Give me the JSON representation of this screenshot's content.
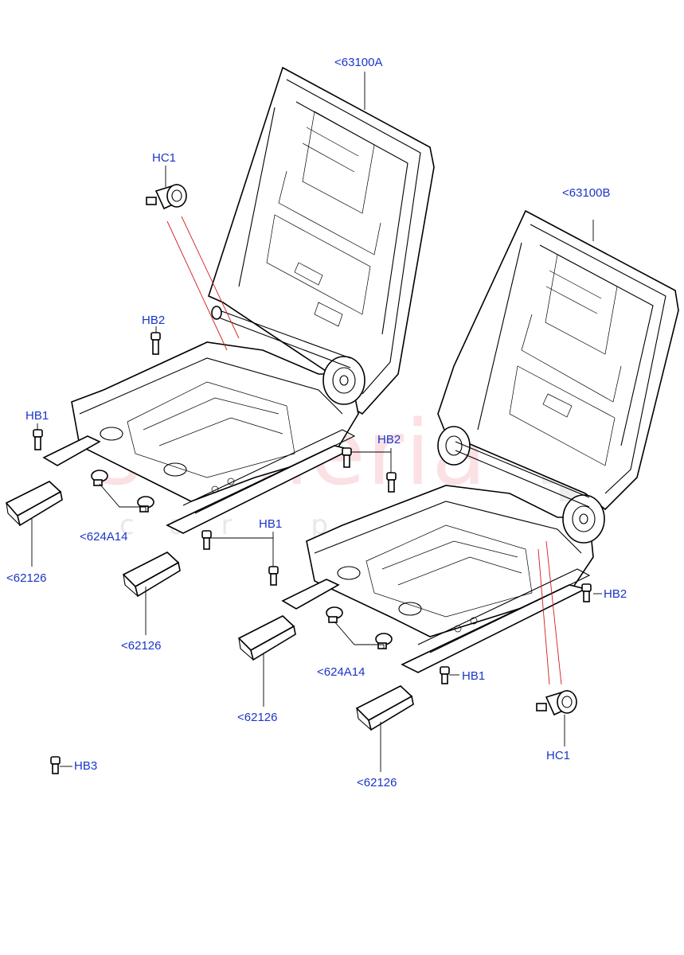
{
  "diagram": {
    "watermark": {
      "main": "scuderia",
      "sub": "car parts"
    },
    "callouts": {
      "seat_frame_a": "<63100A",
      "seat_frame_b": "<63100B",
      "hc1_left": "HC1",
      "hc1_right": "HC1",
      "hb2_left": "HB2",
      "hb2_mid": "HB2",
      "hb2_right": "HB2",
      "hb1_left": "HB1",
      "hb1_mid": "HB1",
      "hb1_right": "HB1",
      "hb3": "HB3",
      "cover_624a14_left": "<624A14",
      "cover_624a14_right": "<624A14",
      "trim_62126_a": "<62126",
      "trim_62126_b": "<62126",
      "trim_62126_c": "<62126",
      "trim_62126_d": "<62126"
    },
    "colors": {
      "callout_text": "#1a35c9",
      "line_art": "#000000",
      "leader_red": "#d21c1c",
      "watermark": "#eb7882"
    }
  }
}
